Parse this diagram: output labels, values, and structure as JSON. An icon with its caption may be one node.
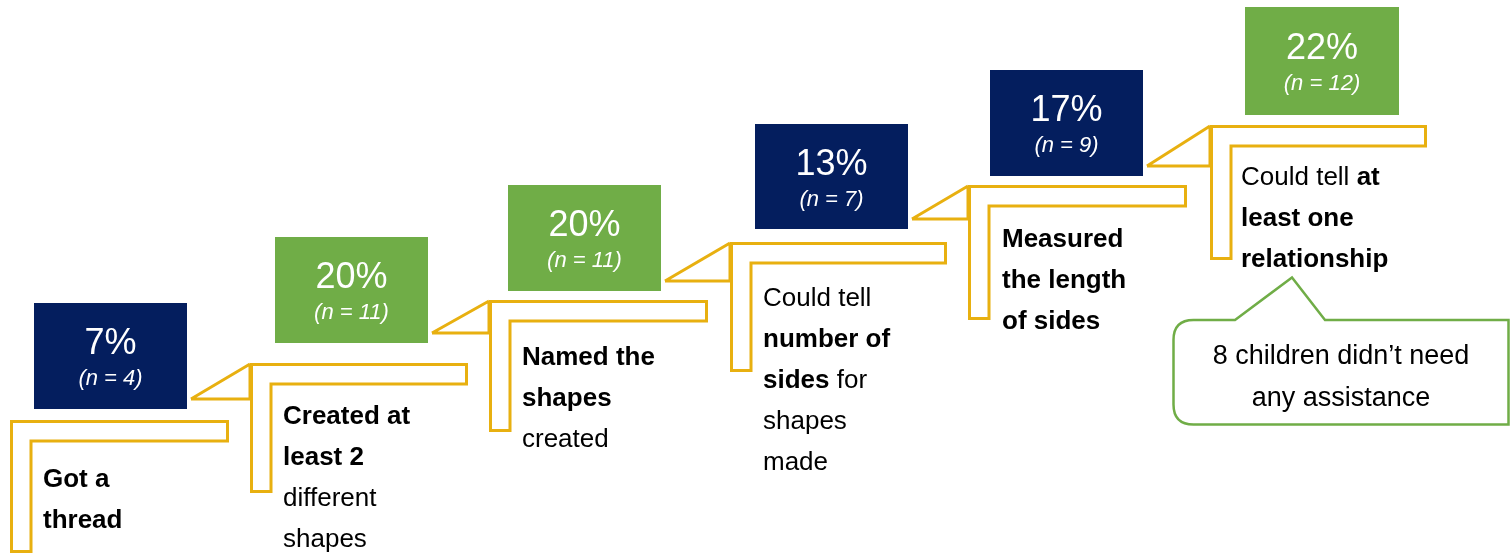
{
  "diagram": {
    "nodes": [
      {
        "text": [
          "7%",
          "(n = 4)"
        ]
      },
      {
        "text": [
          "Got a thread"
        ]
      },
      {
        "text": [
          "20%",
          "(n = 11)"
        ]
      },
      {
        "text": [
          "**Created at least 2** different shapes"
        ]
      },
      {
        "text": [
          "20%",
          "(n = 11)"
        ]
      },
      {
        "text": [
          "**Named the shapes** created"
        ]
      },
      {
        "text": [
          "13%",
          "(n = 7)"
        ]
      },
      {
        "text": [
          "Could tell **number of sides** for shapes made"
        ]
      },
      {
        "text": [
          "17%",
          "(n = 9)"
        ]
      },
      {
        "text": [
          "Measured the length of sides"
        ]
      },
      {
        "text": [
          "22%",
          "(n = 12)"
        ]
      },
      {
        "text": [
          "Could tell **at least one relationship**"
        ]
      },
      {
        "text": [
          "8 children didn’t need any assistance"
        ]
      }
    ],
    "edges": [
      {
        "from": 3,
        "to": 0,
        "arrow": "none"
      },
      {
        "from": 5,
        "to": 2,
        "arrow": "none"
      },
      {
        "from": 7,
        "to": 4,
        "arrow": "none"
      },
      {
        "from": 9,
        "to": 6,
        "arrow": "none"
      },
      {
        "from": 11,
        "to": 8,
        "arrow": "none"
      }
    ]
  }
}
